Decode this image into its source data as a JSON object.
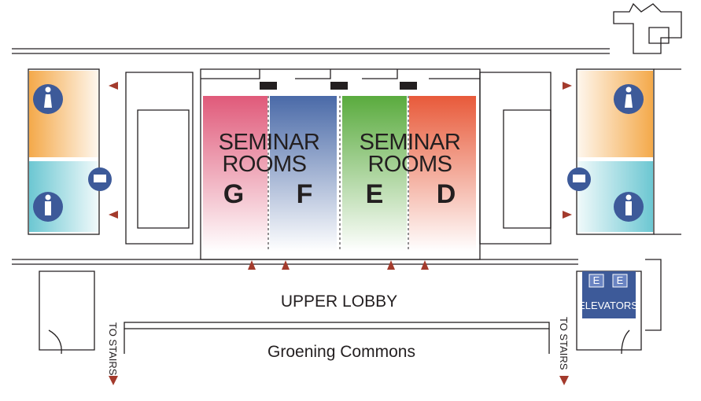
{
  "map": {
    "seminar_left": {
      "line1": "SEMINAR",
      "line2": "ROOMS"
    },
    "seminar_right": {
      "line1": "SEMINAR",
      "line2": "ROOMS"
    },
    "rooms": [
      {
        "letter": "G",
        "color": "#e05a7a"
      },
      {
        "letter": "F",
        "color": "#4a6aa8"
      },
      {
        "letter": "E",
        "color": "#5aab3e"
      },
      {
        "letter": "D",
        "color": "#e85a3a"
      }
    ],
    "upper_lobby": "UPPER LOBBY",
    "commons": "Groening Commons",
    "stairs_left": "TO STAIRS",
    "stairs_right": "TO STAIRS",
    "elevators": "ELEVATORS",
    "elevator_door": "E",
    "colors": {
      "womens": "#f4a94a",
      "mens": "#6cc7d2",
      "icon_blue": "#3d5a99",
      "arrow": "#a33a2c",
      "elevator": "#3d5a99"
    },
    "icons": [
      "womens-restroom-icon",
      "mens-restroom-icon",
      "family-restroom-icon",
      "elevator-icon",
      "stairs-arrow-icon",
      "entrance-arrow-icon"
    ]
  }
}
